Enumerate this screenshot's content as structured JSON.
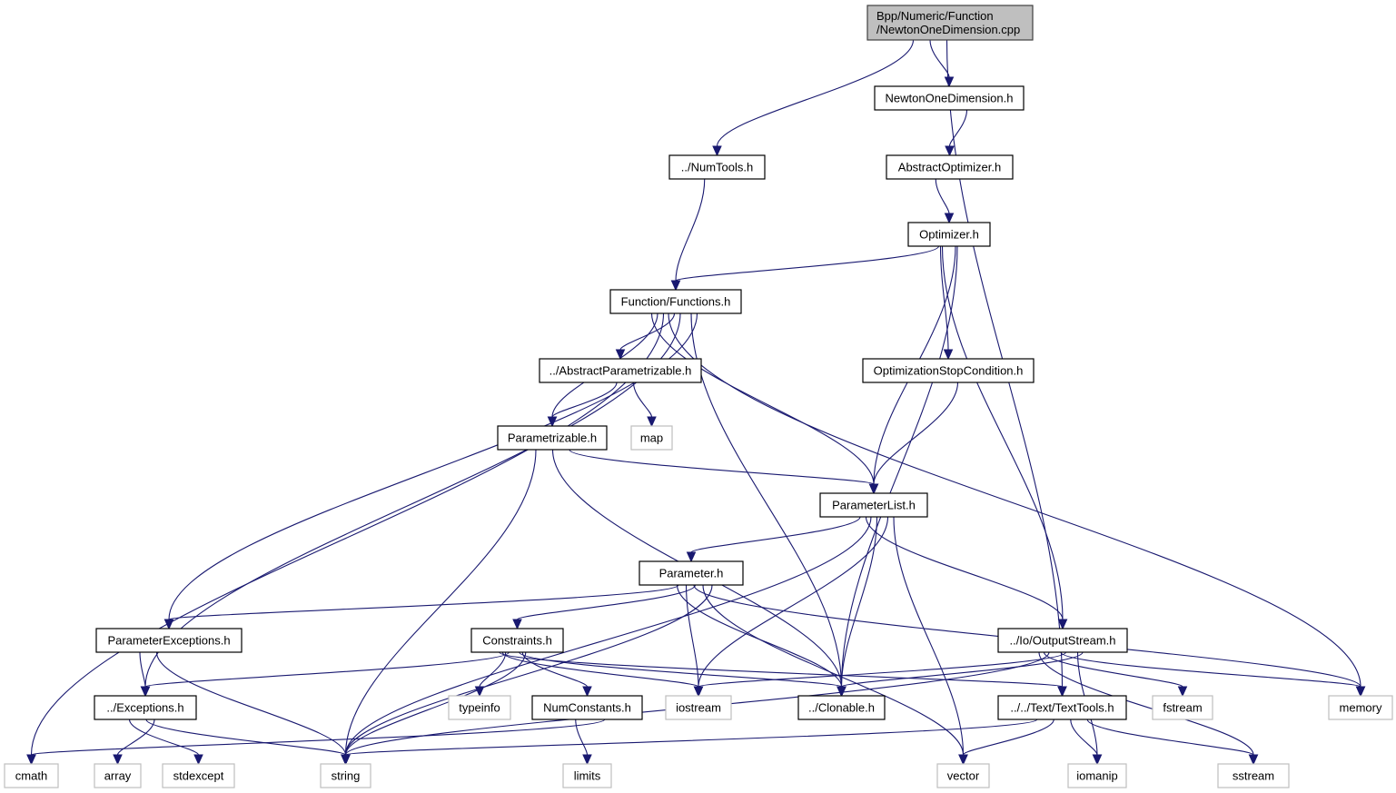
{
  "title": "Bpp/Numeric/Function/NewtonOneDimension.cpp include dependency graph",
  "colors": {
    "edge": "#191970",
    "root_fill": "#bfbfbf",
    "node_border": "#000000",
    "external_border": "#bfbfbf"
  },
  "nodes": [
    {
      "id": "root",
      "label": [
        "Bpp/Numeric/Function",
        "/NewtonOneDimension.cpp"
      ],
      "kind": "root"
    },
    {
      "id": "newton_h",
      "label": [
        "NewtonOneDimension.h"
      ],
      "kind": "local"
    },
    {
      "id": "numtools",
      "label": [
        "../NumTools.h"
      ],
      "kind": "local"
    },
    {
      "id": "absopt",
      "label": [
        "AbstractOptimizer.h"
      ],
      "kind": "local"
    },
    {
      "id": "optimizer",
      "label": [
        "Optimizer.h"
      ],
      "kind": "local"
    },
    {
      "id": "functions",
      "label": [
        "Function/Functions.h"
      ],
      "kind": "local"
    },
    {
      "id": "absparam",
      "label": [
        "../AbstractParametrizable.h"
      ],
      "kind": "local"
    },
    {
      "id": "optstop",
      "label": [
        "OptimizationStopCondition.h"
      ],
      "kind": "local"
    },
    {
      "id": "parametrizable",
      "label": [
        "Parametrizable.h"
      ],
      "kind": "local"
    },
    {
      "id": "map",
      "label": [
        "map"
      ],
      "kind": "external"
    },
    {
      "id": "paramlist",
      "label": [
        "ParameterList.h"
      ],
      "kind": "local"
    },
    {
      "id": "parameter",
      "label": [
        "Parameter.h"
      ],
      "kind": "local"
    },
    {
      "id": "paramexc",
      "label": [
        "ParameterExceptions.h"
      ],
      "kind": "local"
    },
    {
      "id": "constraints",
      "label": [
        "Constraints.h"
      ],
      "kind": "local"
    },
    {
      "id": "outputstream",
      "label": [
        "../Io/OutputStream.h"
      ],
      "kind": "local"
    },
    {
      "id": "exceptions",
      "label": [
        "../Exceptions.h"
      ],
      "kind": "local"
    },
    {
      "id": "typeinfo",
      "label": [
        "typeinfo"
      ],
      "kind": "external"
    },
    {
      "id": "numconst",
      "label": [
        "NumConstants.h"
      ],
      "kind": "local"
    },
    {
      "id": "iostream",
      "label": [
        "iostream"
      ],
      "kind": "external"
    },
    {
      "id": "clonable",
      "label": [
        "../Clonable.h"
      ],
      "kind": "local"
    },
    {
      "id": "texttools",
      "label": [
        "../../Text/TextTools.h"
      ],
      "kind": "local"
    },
    {
      "id": "fstream",
      "label": [
        "fstream"
      ],
      "kind": "external"
    },
    {
      "id": "memory",
      "label": [
        "memory"
      ],
      "kind": "external"
    },
    {
      "id": "cmath",
      "label": [
        "cmath"
      ],
      "kind": "external"
    },
    {
      "id": "array",
      "label": [
        "array"
      ],
      "kind": "external"
    },
    {
      "id": "stdexcept",
      "label": [
        "stdexcept"
      ],
      "kind": "external"
    },
    {
      "id": "string",
      "label": [
        "string"
      ],
      "kind": "external"
    },
    {
      "id": "limits",
      "label": [
        "limits"
      ],
      "kind": "external"
    },
    {
      "id": "vector",
      "label": [
        "vector"
      ],
      "kind": "external"
    },
    {
      "id": "iomanip",
      "label": [
        "iomanip"
      ],
      "kind": "external"
    },
    {
      "id": "sstream",
      "label": [
        "sstream"
      ],
      "kind": "external"
    }
  ],
  "edges": [
    [
      "root",
      "numtools"
    ],
    [
      "root",
      "newton_h"
    ],
    [
      "root",
      "texttools"
    ],
    [
      "newton_h",
      "absopt"
    ],
    [
      "absopt",
      "optimizer"
    ],
    [
      "numtools",
      "functions"
    ],
    [
      "optimizer",
      "functions"
    ],
    [
      "optimizer",
      "paramlist"
    ],
    [
      "optimizer",
      "optstop"
    ],
    [
      "optimizer",
      "clonable"
    ],
    [
      "optimizer",
      "outputstream"
    ],
    [
      "functions",
      "cmath"
    ],
    [
      "functions",
      "exceptions"
    ],
    [
      "functions",
      "paramexc"
    ],
    [
      "functions",
      "parametrizable"
    ],
    [
      "functions",
      "absparam"
    ],
    [
      "functions",
      "clonable"
    ],
    [
      "functions",
      "paramlist"
    ],
    [
      "functions",
      "memory"
    ],
    [
      "absparam",
      "parametrizable"
    ],
    [
      "absparam",
      "map"
    ],
    [
      "optstop",
      "paramlist"
    ],
    [
      "parametrizable",
      "string"
    ],
    [
      "parametrizable",
      "clonable"
    ],
    [
      "parametrizable",
      "paramlist"
    ],
    [
      "paramlist",
      "string"
    ],
    [
      "paramlist",
      "iostream"
    ],
    [
      "paramlist",
      "parameter"
    ],
    [
      "paramlist",
      "clonable"
    ],
    [
      "paramlist",
      "vector"
    ],
    [
      "paramlist",
      "outputstream"
    ],
    [
      "parameter",
      "paramexc"
    ],
    [
      "parameter",
      "constraints"
    ],
    [
      "parameter",
      "string"
    ],
    [
      "parameter",
      "iostream"
    ],
    [
      "parameter",
      "vector"
    ],
    [
      "parameter",
      "clonable"
    ],
    [
      "parameter",
      "memory"
    ],
    [
      "paramexc",
      "exceptions"
    ],
    [
      "paramexc",
      "string"
    ],
    [
      "constraints",
      "exceptions"
    ],
    [
      "constraints",
      "string"
    ],
    [
      "constraints",
      "typeinfo"
    ],
    [
      "constraints",
      "numconst"
    ],
    [
      "constraints",
      "iostream"
    ],
    [
      "constraints",
      "clonable"
    ],
    [
      "constraints",
      "texttools"
    ],
    [
      "outputstream",
      "string"
    ],
    [
      "outputstream",
      "iostream"
    ],
    [
      "outputstream",
      "clonable"
    ],
    [
      "outputstream",
      "fstream"
    ],
    [
      "outputstream",
      "memory"
    ],
    [
      "outputstream",
      "iomanip"
    ],
    [
      "outputstream",
      "sstream"
    ],
    [
      "exceptions",
      "array"
    ],
    [
      "exceptions",
      "stdexcept"
    ],
    [
      "exceptions",
      "string"
    ],
    [
      "numconst",
      "cmath"
    ],
    [
      "numconst",
      "limits"
    ],
    [
      "texttools",
      "string"
    ],
    [
      "texttools",
      "vector"
    ],
    [
      "texttools",
      "iomanip"
    ],
    [
      "texttools",
      "sstream"
    ]
  ]
}
